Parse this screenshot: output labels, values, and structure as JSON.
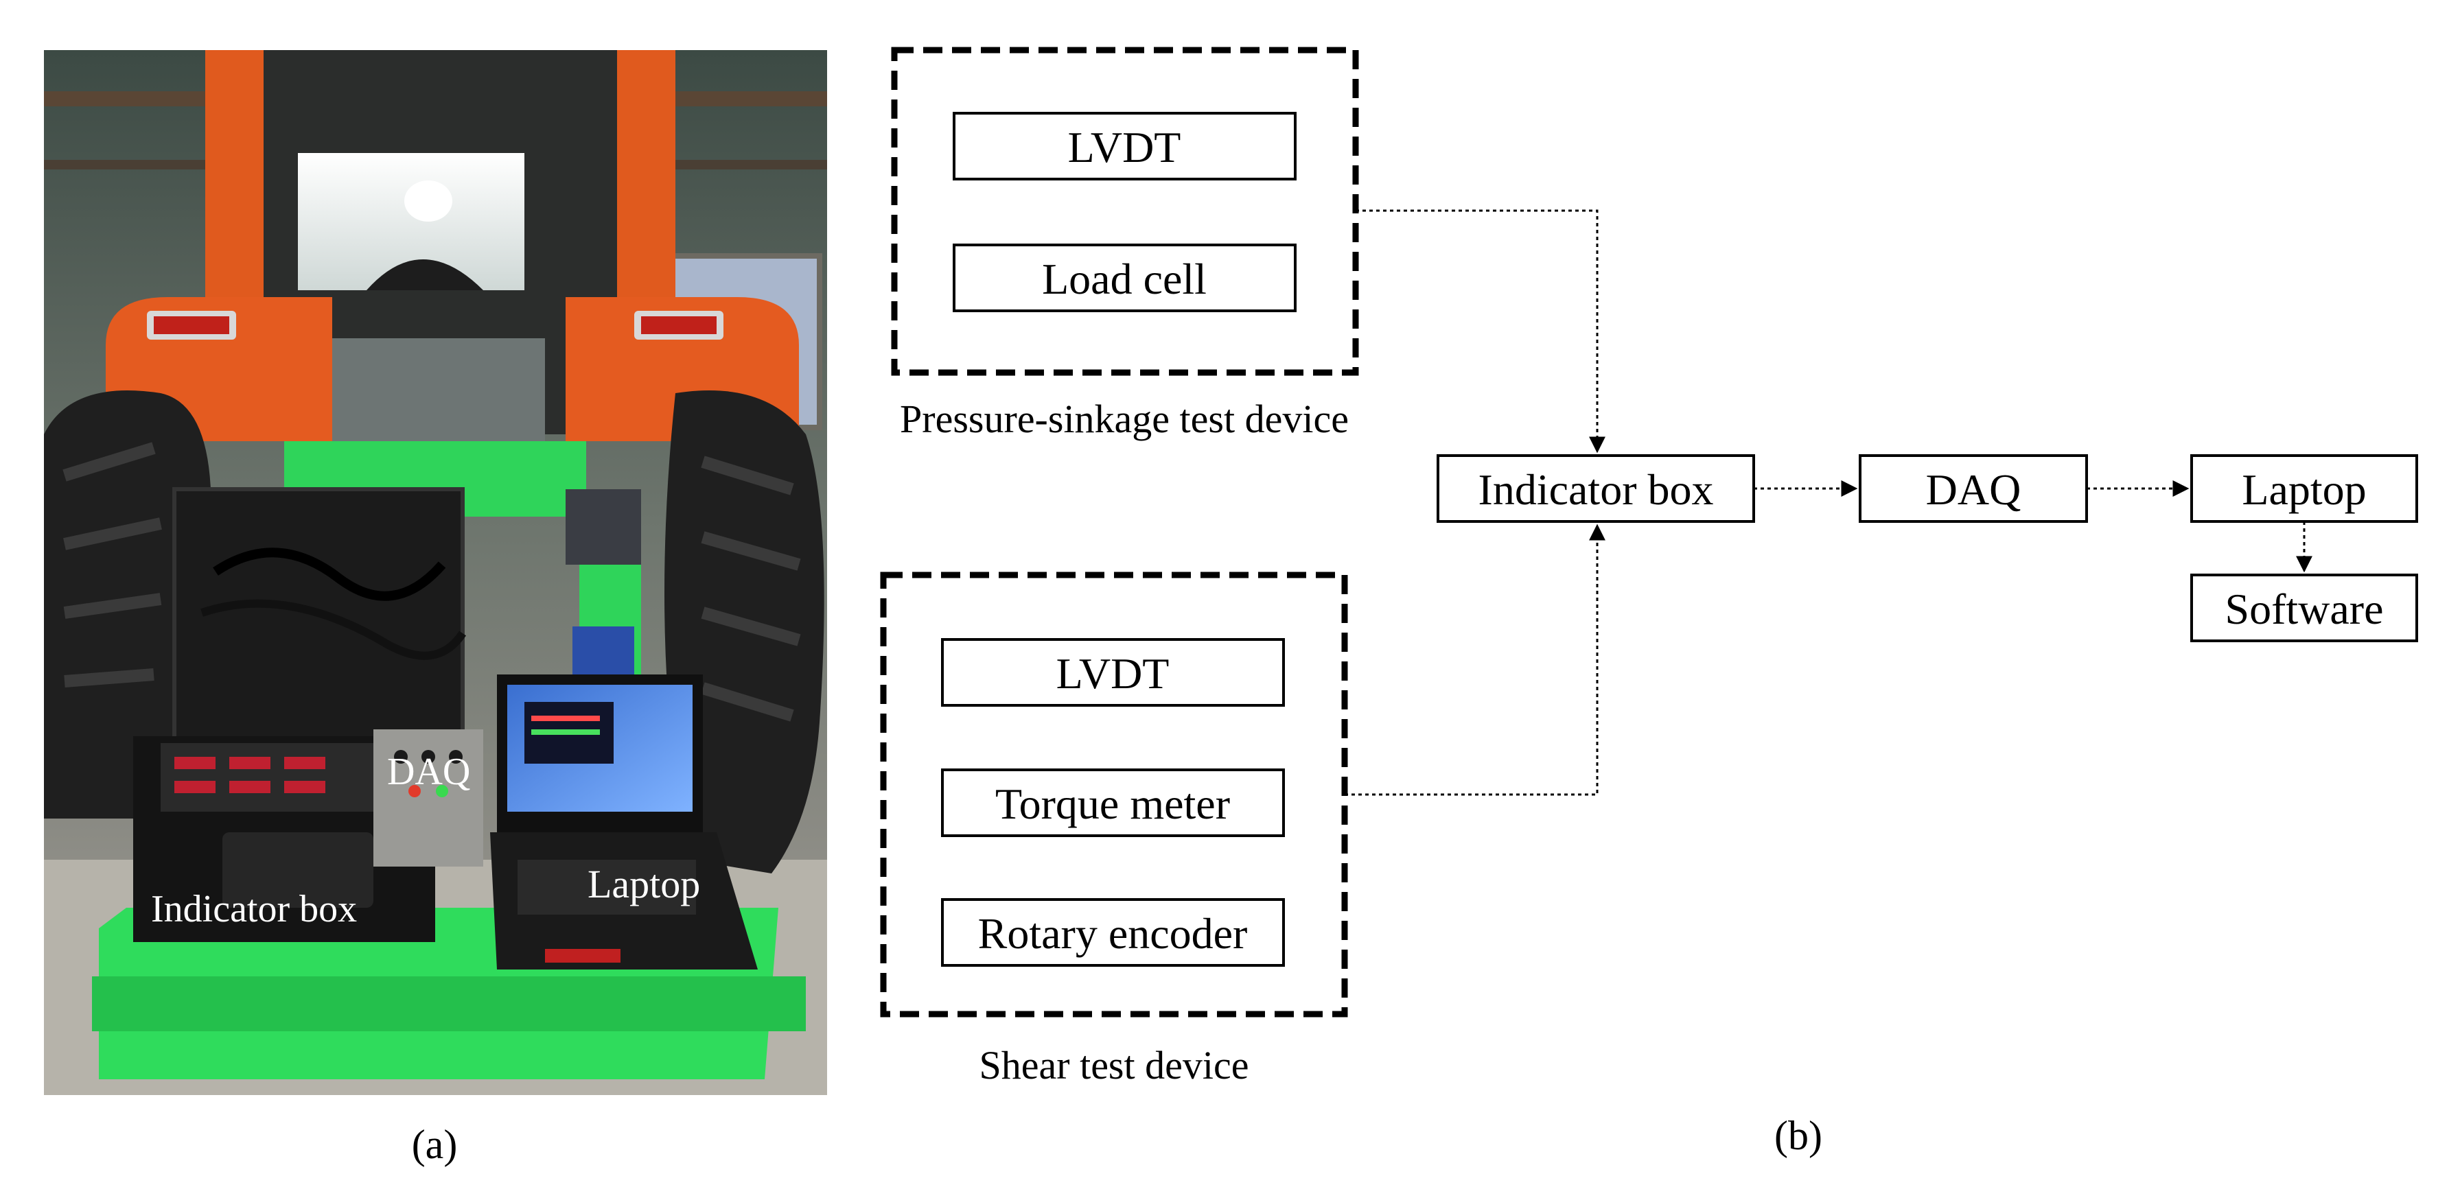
{
  "photo": {
    "labels": {
      "daq": "DAQ",
      "indicator_box": "Indicator box",
      "laptop": "Laptop"
    },
    "caption": "(a)"
  },
  "diagram": {
    "pressure_group": {
      "items": [
        "LVDT",
        "Load cell"
      ],
      "caption": "Pressure-sinkage test device"
    },
    "shear_group": {
      "items": [
        "LVDT",
        "Torque meter",
        "Rotary encoder"
      ],
      "caption": "Shear test device"
    },
    "nodes": {
      "indicator": "Indicator box",
      "daq": "DAQ",
      "laptop": "Laptop",
      "software": "Software"
    },
    "caption": "(b)"
  }
}
